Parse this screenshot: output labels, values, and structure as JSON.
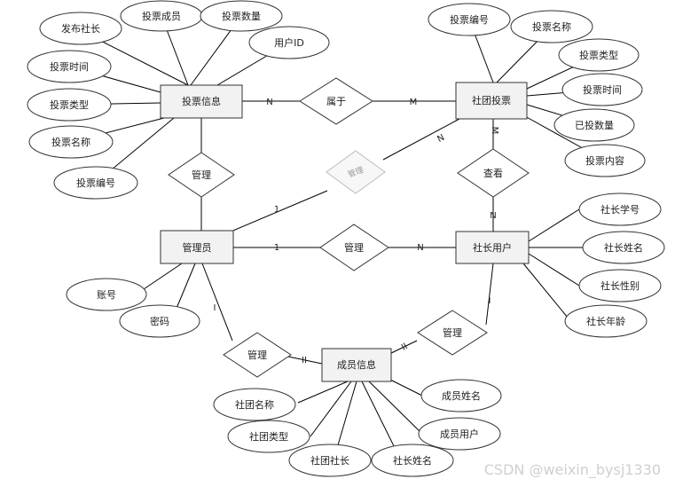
{
  "entities": {
    "vote_info": "投票信息",
    "club_vote": "社团投票",
    "admin": "管理员",
    "president_user": "社长用户",
    "member_info": "成员信息"
  },
  "relations": {
    "belongs": "属于",
    "manage_left": "管理",
    "manage_middle": "管理",
    "manage_right": "管理",
    "manage_bottom": "管理",
    "view": "查看",
    "manage_faint": "管理"
  },
  "attributes": {
    "vote_info": [
      "发布社长",
      "投票成员",
      "投票数量",
      "用户ID",
      "投票时间",
      "投票类型",
      "投票名称",
      "投票编号"
    ],
    "club_vote": [
      "投票编号",
      "投票名称",
      "投票类型",
      "投票时间",
      "已投数量",
      "投票内容"
    ],
    "admin": [
      "账号",
      "密码"
    ],
    "president_user": [
      "社长学号",
      "社长姓名",
      "社长性别",
      "社长年龄"
    ],
    "member_info": [
      "社团名称",
      "社团类型",
      "社团社长",
      "社长姓名",
      "成员姓名",
      "成员用户"
    ]
  },
  "cardinalities": {
    "belongs_left": "N",
    "belongs_right": "M",
    "admin_faint": "1",
    "clubvote_faint": "N",
    "clubvote_view": "M",
    "president_view": "N",
    "admin_middle": "1",
    "president_middle": "N",
    "admin_bottom": "I",
    "member_bottom": "II",
    "member_right": "II",
    "president_right": "I"
  },
  "watermark": "CSDN @weixin_bysj1330"
}
